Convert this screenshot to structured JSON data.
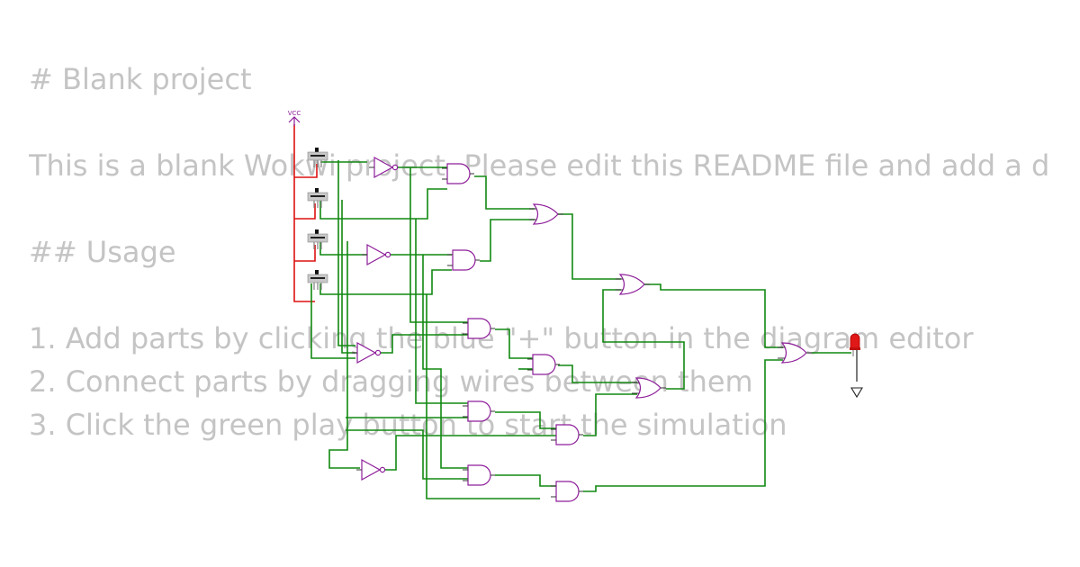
{
  "readme": {
    "title": "# Blank project",
    "description": "This is a blank Wokwi project. Please edit this README file and add a description of your project.",
    "usage_heading": "## Usage",
    "steps": [
      "1. Add parts by clicking the blue \"+\" button in the diagram editor",
      "2. Connect parts by dragging wires between them",
      "3. Click the green play button to start the simulation"
    ]
  },
  "diagram": {
    "vcc_label": "VCC",
    "colors": {
      "wire": "#118811",
      "power_wire": "#dd1111",
      "gate_outline": "#8e1e9a",
      "led": "#e01818",
      "text": "#c4c4c4"
    },
    "components": [
      "vcc-icon",
      "slide-switch-1",
      "slide-switch-2",
      "slide-switch-3",
      "slide-switch-4",
      "not-gate-1",
      "not-gate-2",
      "not-gate-3",
      "not-gate-4",
      "and-gate-1",
      "and-gate-2",
      "and-gate-3",
      "and-gate-4",
      "and-gate-5",
      "and-gate-6",
      "and-gate-7",
      "and-gate-8",
      "or-gate-1",
      "or-gate-2",
      "or-gate-3",
      "or-gate-4",
      "red-led",
      "ground-icon"
    ]
  }
}
